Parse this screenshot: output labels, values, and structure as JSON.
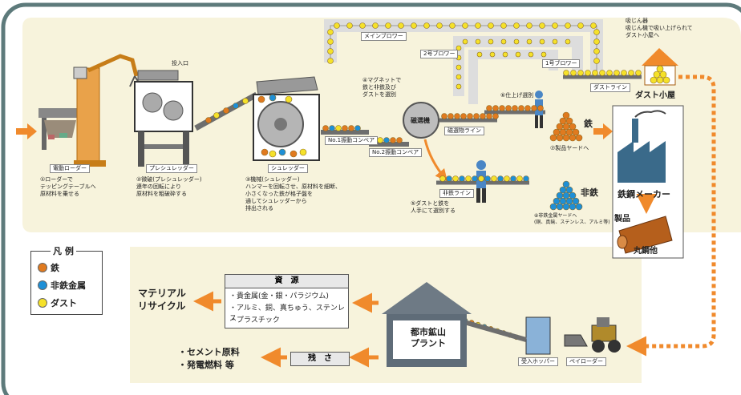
{
  "colors": {
    "iron": "#e07a1f",
    "non_ferrous": "#1e8fd6",
    "dust": "#f5e12a",
    "arrow": "#f08a2c",
    "panel": "#f7f3dc",
    "frame": "#5d7a7b",
    "conveyor": "#6e6e6e"
  },
  "machines": {
    "crane_loader": "電動ローダー",
    "pre_shredder": "プレシュレッダー",
    "shredder": "シュレッダー",
    "conveyor_1": "No.1振動コンベア",
    "conveyor_2": "No.2振動コンベア",
    "magnet_drum": "磁選機",
    "iron_line": "磁選物ライン",
    "nonferrous_line": "非鉄ライン",
    "main_blower": "メインブロワー",
    "blower_1": "1号ブロワー",
    "blower_2": "2号ブロワー",
    "dust_line": "ダストライン",
    "dust_hut": "ダスト小屋",
    "hopper": "受入ホッパー",
    "payloader": "ペイローダー",
    "bin_label": "投入口"
  },
  "notes": {
    "n1": "①ローダーで\nテッピングテーブルへ\n原材料を乗せる",
    "n2": "②微破(プレシュレッダー)\n連年の回転により\n原材料を粗破砕する",
    "n3": "③機械(シュレッダー)\nハンマーを回転させ、原材料を細断、\n小さくなった鉄が格子盤を\n通してシュレッダーから\n排出される",
    "n4": "④マグネットで\n鉄と非鉄及び\nダストを選別",
    "n5": "⑤ダストと鉄を\n人手にて選別する",
    "n6": "⑥仕上げ選別",
    "n7": "⑦製品ヤードへ",
    "n8": "⑧非鉄金属ヤードへ\n(銅、真鍮、ステンレス、アルミ等)",
    "n9": "吸じん器\n吸じん機で吸い上げられて\nダスト小屋へ"
  },
  "outputs": {
    "iron": "鉄",
    "non_ferrous": "非鉄",
    "steel_maker": "鉄鋼メーカー",
    "product": "製品",
    "product_item": "丸鋼他",
    "plant": "都市鉱山\nプラント"
  },
  "resources": {
    "title": "資　源",
    "items": [
      "・貴金属(金・銀・パラジウム)",
      "・アルミ、銅、真ちゅう、ステンレス",
      "・プラスチック"
    ]
  },
  "material_recycle": "マテリアル\nリサイクル",
  "residue": {
    "title": "残　さ",
    "uses": "・セメント原料\n・発電燃料 等"
  },
  "legend": {
    "title": "凡 例",
    "items": [
      {
        "label": "鉄",
        "color": "#e07a1f"
      },
      {
        "label": "非鉄金属",
        "color": "#1e8fd6"
      },
      {
        "label": "ダスト",
        "color": "#f5e12a"
      }
    ]
  }
}
